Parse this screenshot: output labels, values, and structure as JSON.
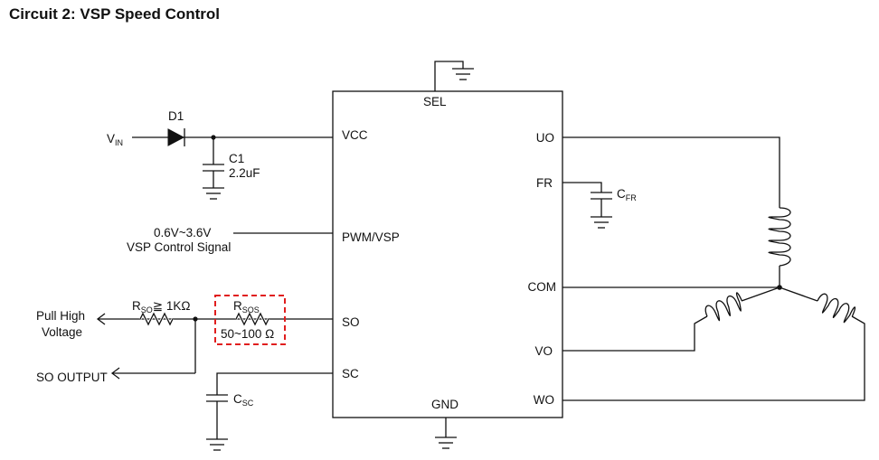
{
  "title": "Circuit 2: VSP Speed Control",
  "chip": {
    "pins": {
      "sel": "SEL",
      "vcc": "VCC",
      "pwm": "PWM/VSP",
      "so": "SO",
      "sc": "SC",
      "gnd": "GND",
      "uo": "UO",
      "fr": "FR",
      "com": "COM",
      "vo": "VO",
      "wo": "WO"
    }
  },
  "components": {
    "vin": {
      "main": "V",
      "sub": "IN"
    },
    "d1": "D1",
    "c1": {
      "name": "C1",
      "value": "2.2uF"
    },
    "pwm_signal": {
      "range": "0.6V~3.6V",
      "label": "VSP Control Signal"
    },
    "rso": {
      "main": "R",
      "sub": "SO",
      "rest": "≧ 1KΩ"
    },
    "rsos": {
      "main": "R",
      "sub": "SOS",
      "value": "50~100 Ω"
    },
    "pull_high": {
      "line1": "Pull High",
      "line2": "Voltage"
    },
    "so_output": "SO OUTPUT",
    "csc": {
      "main": "C",
      "sub": "SC"
    },
    "cfr": {
      "main": "C",
      "sub": "FR"
    }
  },
  "colors": {
    "highlight": "#e01e1e",
    "wire": "#111111"
  }
}
